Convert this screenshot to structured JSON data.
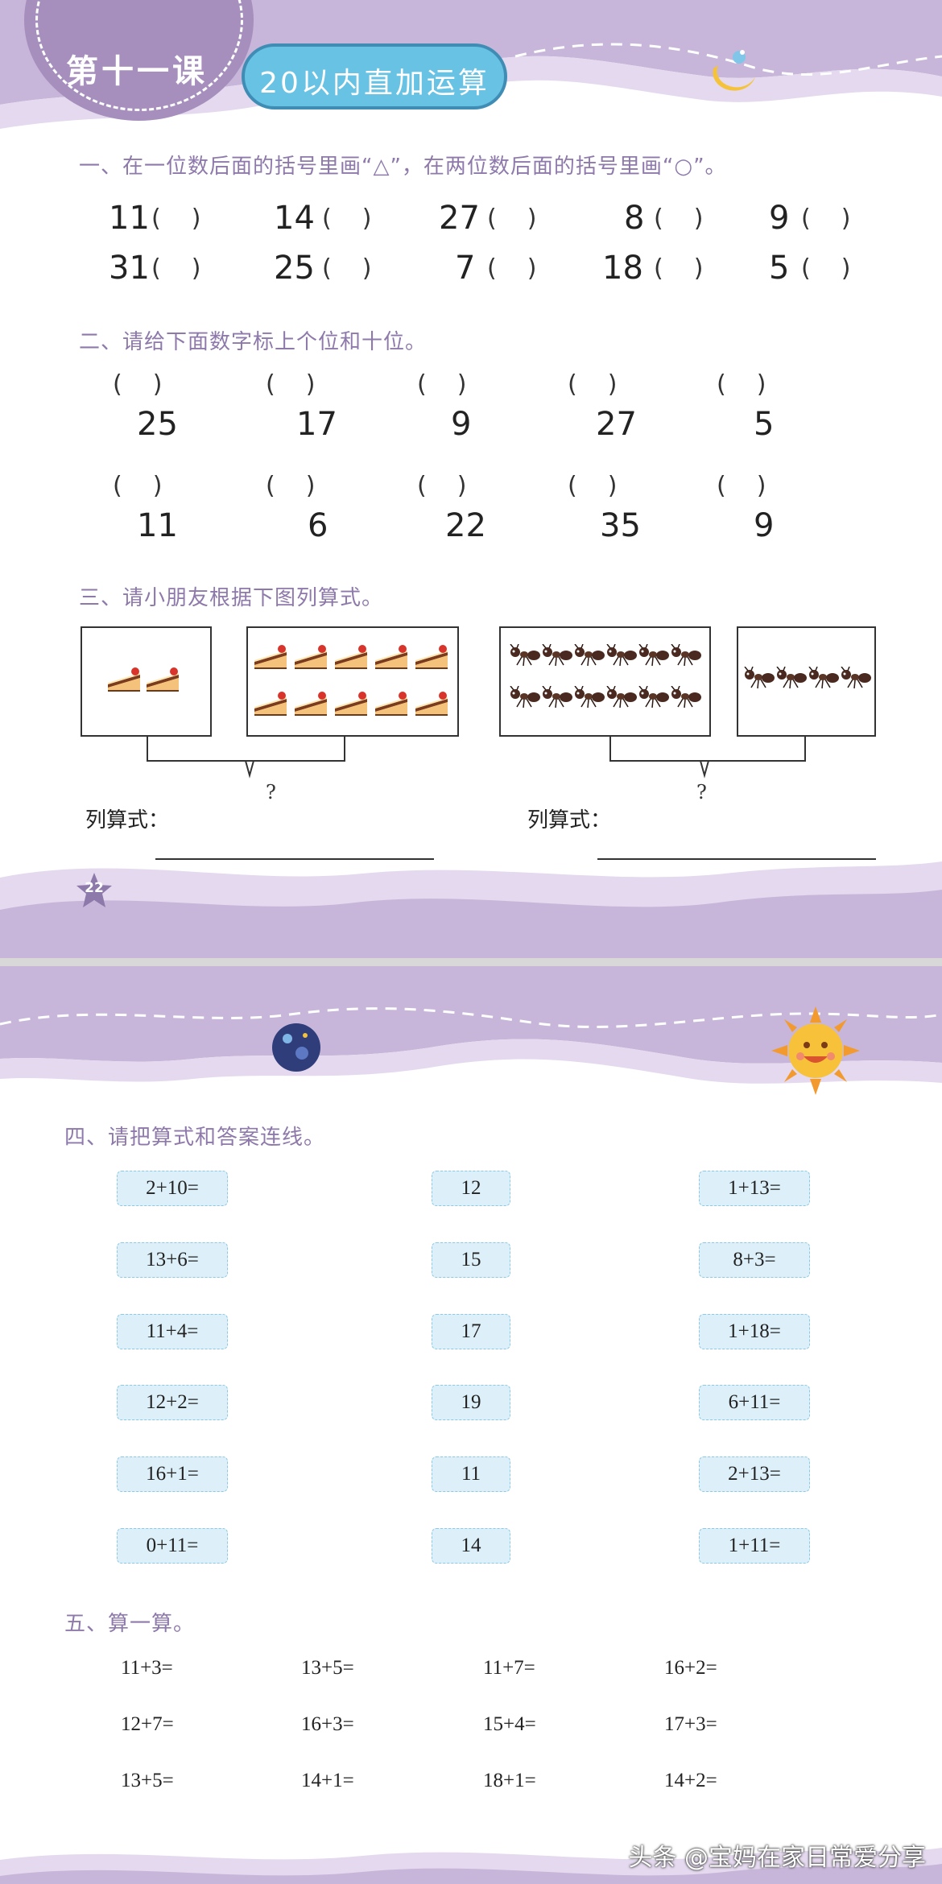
{
  "header": {
    "lesson": "第十一课",
    "topic": "20以内直加运算"
  },
  "section1": {
    "title": "一、在一位数后面的括号里画“△”，在两位数后面的括号里画“○”。",
    "row1": [
      "11",
      "14",
      "27",
      "8",
      "9"
    ],
    "row2": [
      "31",
      "25",
      "7",
      "18",
      "5"
    ]
  },
  "section2": {
    "title": "二、请给下面数字标上个位和十位。",
    "row1": [
      "25",
      "17",
      "9",
      "27",
      "5"
    ],
    "row2": [
      "11",
      "6",
      "22",
      "35",
      "9"
    ]
  },
  "section3": {
    "title": "三、请小朋友根据下图列算式。",
    "question_mark": "?",
    "formula_label": "列算式：",
    "groups": [
      {
        "left_count": 2,
        "right_count": 10
      },
      {
        "left_count": 12,
        "right_count": 4
      }
    ]
  },
  "page_number": "22",
  "section4": {
    "title": "四、请把算式和答案连线。",
    "left": [
      "2+10=",
      "13+6=",
      "11+4=",
      "12+2=",
      "16+1=",
      "0+11="
    ],
    "answers": [
      "12",
      "15",
      "17",
      "19",
      "11",
      "14"
    ],
    "right": [
      "1+13=",
      "8+3=",
      "1+18=",
      "6+11=",
      "2+13=",
      "1+11="
    ]
  },
  "section5": {
    "title": "五、算一算。",
    "rows": [
      [
        "11+3=",
        "13+5=",
        "11+7=",
        "16+2="
      ],
      [
        "12+7=",
        "16+3=",
        "15+4=",
        "17+3="
      ],
      [
        "13+5=",
        "14+1=",
        "18+1=",
        "14+2="
      ]
    ]
  },
  "watermark": "头条 @宝妈在家日常爱分享",
  "colors": {
    "purple": "#a68fbd",
    "blue": "#67c2e4",
    "light_purple": "#e4d9ee",
    "pill": "#ddf0f9"
  }
}
